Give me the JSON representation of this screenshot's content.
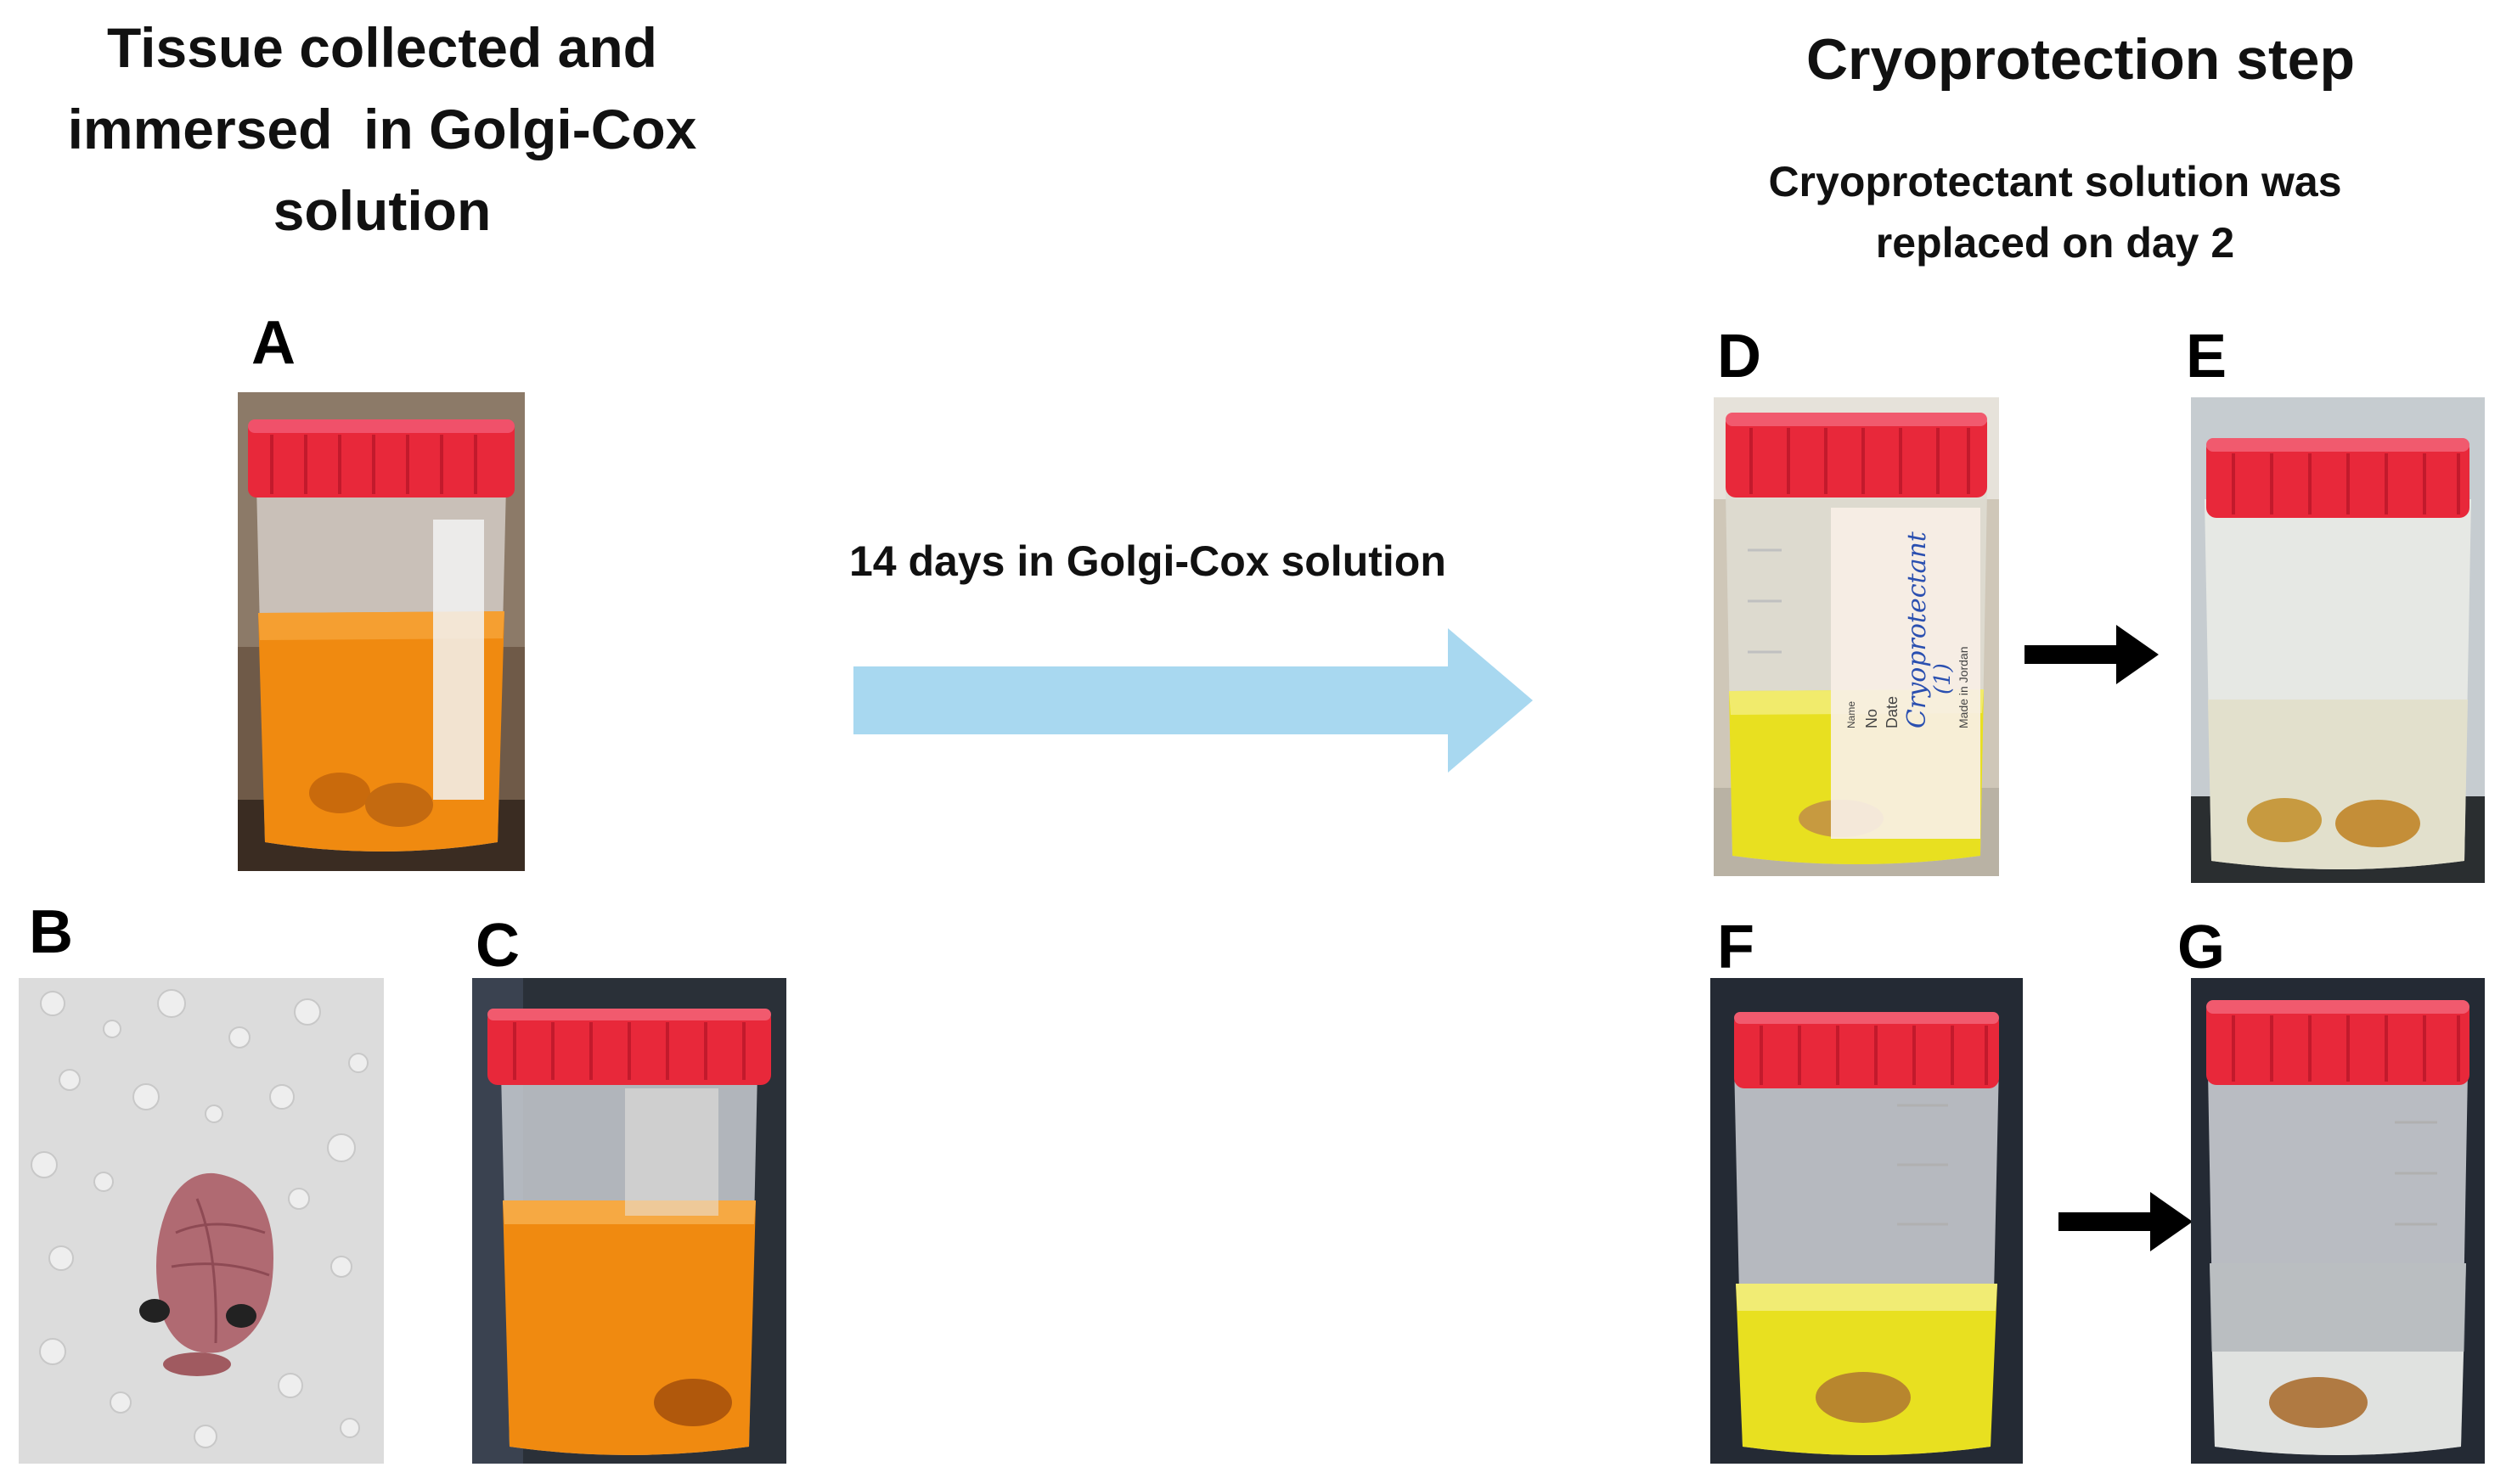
{
  "left_heading": {
    "line1": "Tissue collected and",
    "line2": "immersed  in Golgi-Cox",
    "line3": "solution"
  },
  "right_heading": {
    "title": "Cryoprotection step",
    "sub_line1": "Cryoprotectant solution was",
    "sub_line2": "replaced on day 2"
  },
  "step_label": "14 days in Golgi-Cox solution",
  "panels": {
    "a": "A",
    "b": "B",
    "c": "C",
    "d": "D",
    "e": "E",
    "f": "F",
    "g": "G"
  },
  "jar_d_label": {
    "line1": "Name",
    "line2": "No",
    "line3": "Date",
    "handwriting": "Cryoprotectant",
    "handwriting2": "(1)",
    "fine_print": "Made in Jordan"
  },
  "colors": {
    "lid_red": "#e8283a",
    "golgi_orange": "#f08a10",
    "cryo_yellow": "#e8e020",
    "cleared_solution": "#e2e0cc",
    "arrow_blue": "#a8d8f0",
    "arrow_black": "#000000"
  },
  "icons": {
    "transfer_arrow": "right-arrow-icon",
    "step_arrow": "right-arrow-icon"
  }
}
